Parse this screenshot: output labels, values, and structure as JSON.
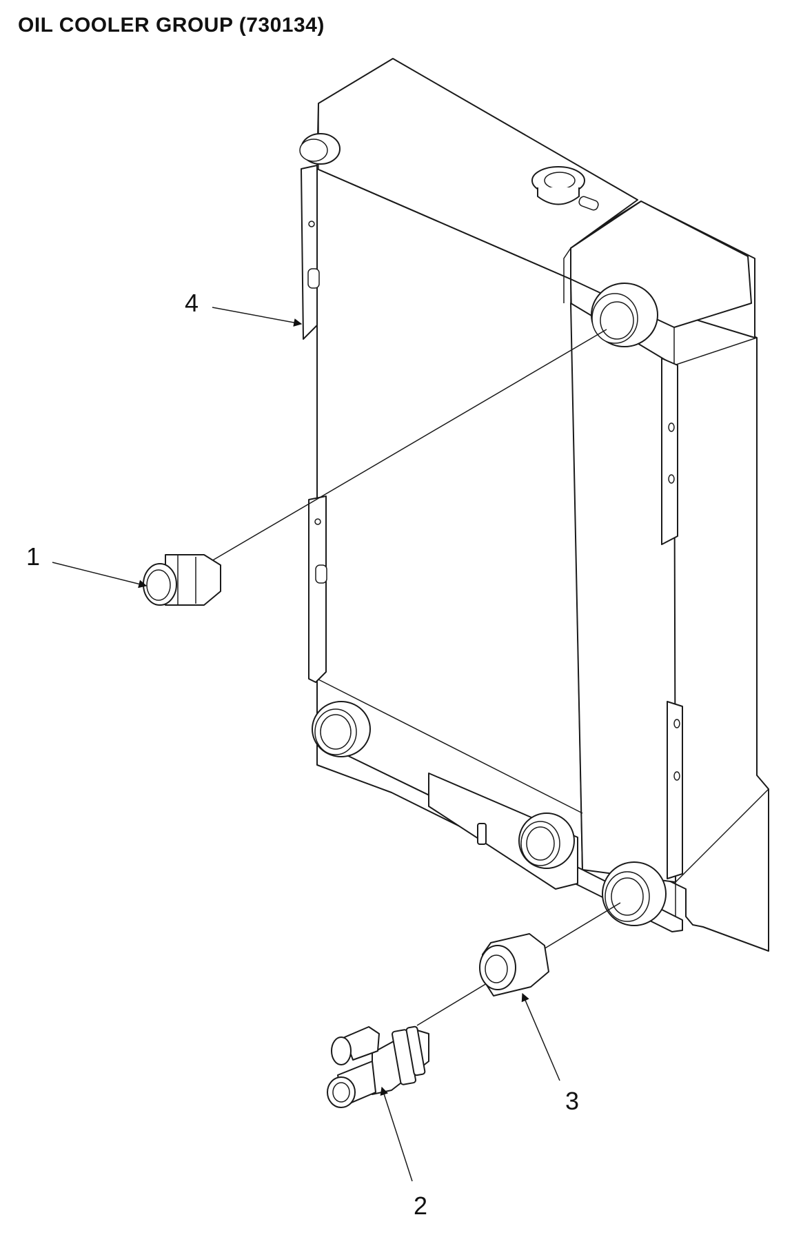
{
  "title": "OIL COOLER GROUP (730134)",
  "callouts": [
    {
      "id": "1",
      "label": "1"
    },
    {
      "id": "2",
      "label": "2"
    },
    {
      "id": "3",
      "label": "3"
    },
    {
      "id": "4",
      "label": "4"
    }
  ],
  "colors": {
    "line": "#1a1a1a",
    "background": "#ffffff"
  }
}
